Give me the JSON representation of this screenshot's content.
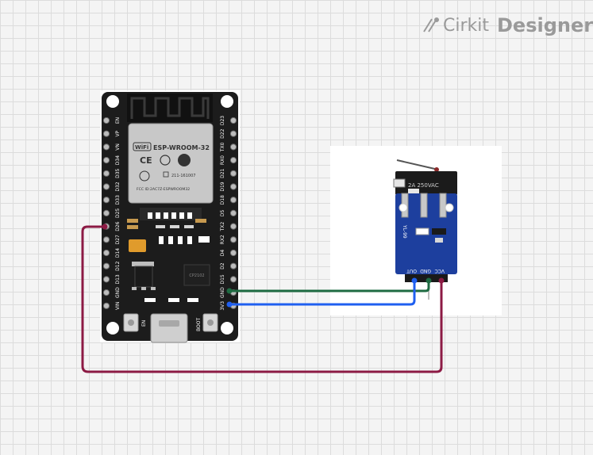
{
  "app": {
    "name": "Cirkit",
    "product": "Designer"
  },
  "esp32": {
    "module_label": "ESP-WROOM-32",
    "wifi_label": "WiFi",
    "ce_label": "CE",
    "cert_id": "211-161007",
    "fcc_label": "FCC ID:2AC7Z-ESPWROOM32",
    "left_pins": [
      "EN",
      "VP",
      "VN",
      "D34",
      "D35",
      "D32",
      "D33",
      "D25",
      "D26",
      "D27",
      "D14",
      "D12",
      "D13",
      "GND",
      "VIN"
    ],
    "right_pins": [
      "D23",
      "D22",
      "TX0",
      "RX0",
      "D21",
      "D19",
      "D18",
      "D5",
      "TX2",
      "RX2",
      "D4",
      "D2",
      "D15",
      "GND",
      "3V3"
    ],
    "en_label": "EN",
    "boot_label": "BOOT"
  },
  "switch_module": {
    "switch_text": "2A 250VAC",
    "board_label": "YL-99",
    "pin_labels": [
      "OUT",
      "GND",
      "VCC"
    ]
  },
  "wires": [
    {
      "from": "esp32.GND",
      "to": "switch.GND",
      "color": "#1e6b42"
    },
    {
      "from": "esp32.3V3",
      "to": "switch.OUT",
      "color": "#1f5ff0"
    },
    {
      "from": "esp32.D26",
      "to": "switch.VCC",
      "color": "#8c1a44"
    }
  ]
}
